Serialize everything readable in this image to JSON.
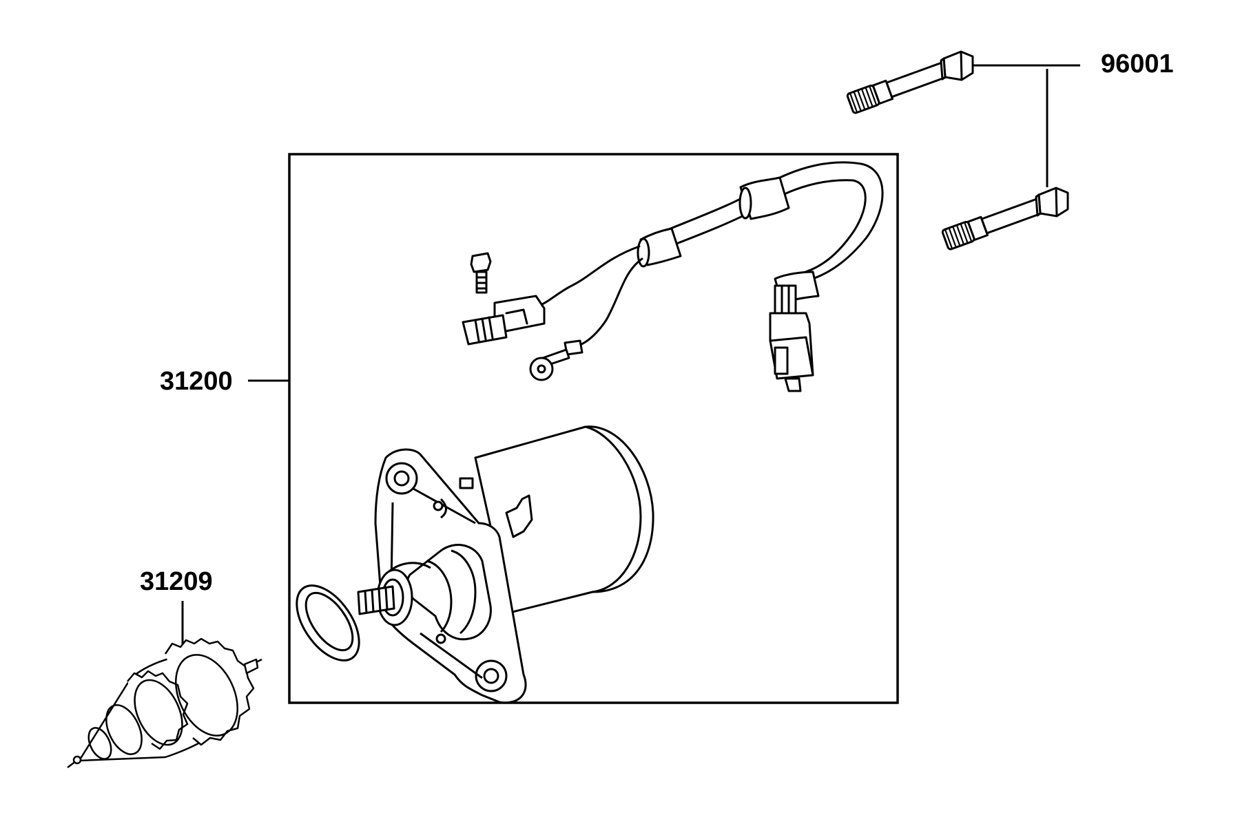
{
  "diagram": {
    "parts": [
      {
        "id": "part-96001",
        "number": "96001"
      },
      {
        "id": "part-31200",
        "number": "31200"
      },
      {
        "id": "part-31209",
        "number": "31209"
      }
    ]
  },
  "colors": {
    "ink": "#000000",
    "background": "#ffffff"
  }
}
